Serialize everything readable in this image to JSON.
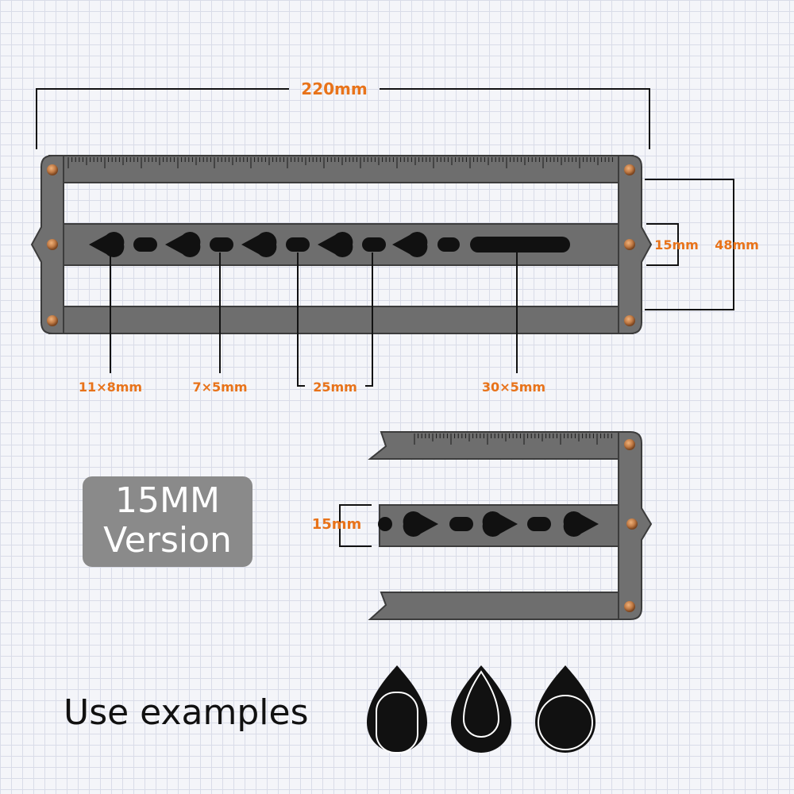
{
  "colors": {
    "dimension_text": "#e8731a",
    "dimension_line": "#111111",
    "frame": "#6e6e6e",
    "frame_edge": "#3c3c3c",
    "hole": "#111111",
    "rivet": "#c07a45",
    "badge": "#8a8a8a"
  },
  "dimensions": {
    "total_width": "220mm",
    "slot_height": "15mm",
    "total_height": "48mm",
    "teardrop_hole": "11×8mm",
    "oval_hole": "7×5mm",
    "hole_spacing": "25mm",
    "long_slot": "30×5mm"
  },
  "version_badge": {
    "line1": "15MM",
    "line2": "Version"
  },
  "detail_view": {
    "slot_height": "15mm"
  },
  "use_examples": {
    "title": "Use examples",
    "icons": [
      "teardrop-with-round-pick-icon",
      "teardrop-with-inner-teardrop-icon",
      "teardrop-with-circle-icon"
    ]
  }
}
